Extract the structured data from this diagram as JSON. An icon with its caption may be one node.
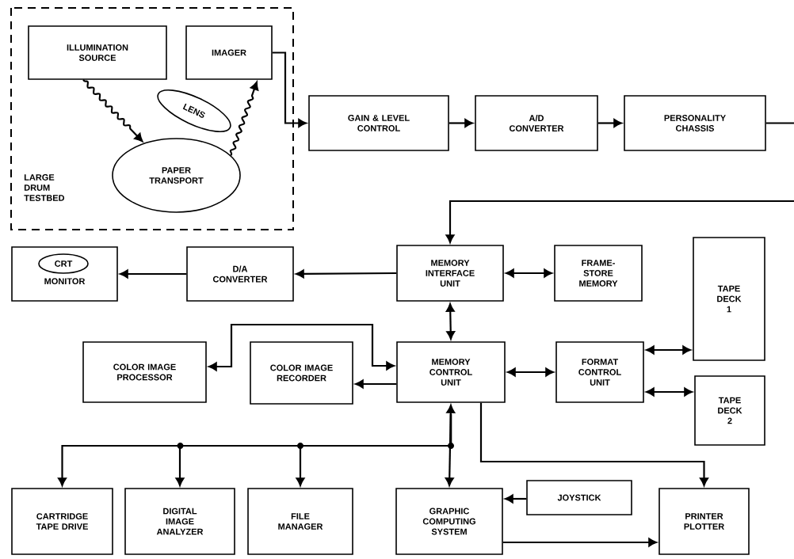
{
  "diagram": {
    "nodes": [
      {
        "text": [
          "LARGE DRUM TESTBED"
        ]
      },
      {
        "text": [
          "ILLUMINATION SOURCE"
        ],
        "in": 0
      },
      {
        "text": [
          "IMAGER"
        ],
        "in": 0
      },
      {
        "text": [
          "LENS"
        ],
        "in": 0
      },
      {
        "text": [
          "PAPER TRANSPORT"
        ],
        "in": 0
      },
      {
        "text": [
          "GAIN & LEVEL CONTROL"
        ]
      },
      {
        "text": [
          "A/D CONVERTER"
        ]
      },
      {
        "text": [
          "PERSONALITY CHASSIS"
        ]
      },
      {
        "text": [
          "MONITOR"
        ]
      },
      {
        "text": [
          "CRT"
        ],
        "in": 8
      },
      {
        "text": [
          "D/A CONVERTER"
        ]
      },
      {
        "text": [
          "MEMORY INTERFACE UNIT"
        ]
      },
      {
        "text": [
          "FRAME-STORE MEMORY"
        ]
      },
      {
        "text": [
          "TAPE DECK 1"
        ]
      },
      {
        "text": [
          "COLOR IMAGE PROCESSOR"
        ]
      },
      {
        "text": [
          "COLOR IMAGE RECORDER"
        ]
      },
      {
        "text": [
          "MEMORY CONTROL UNIT"
        ]
      },
      {
        "text": [
          "FORMAT CONTROL UNIT"
        ]
      },
      {
        "text": [
          "TAPE DECK 2"
        ]
      },
      {
        "text": [
          "CARTRIDGE TAPE DRIVE"
        ]
      },
      {
        "text": [
          "DIGITAL IMAGE ANALYZER"
        ]
      },
      {
        "text": [
          "FILE MANAGER"
        ]
      },
      {
        "text": [
          "GRAPHIC COMPUTING SYSTEM"
        ]
      },
      {
        "text": [
          "JOYSTICK"
        ]
      },
      {
        "text": [
          "PRINTER PLOTTER"
        ]
      }
    ],
    "edges": [
      {
        "from": 1,
        "to": 4,
        "arrow": "to"
      },
      {
        "from": 4,
        "to": 2,
        "arrow": "to"
      },
      {
        "from": 2,
        "to": 5,
        "arrow": "to"
      },
      {
        "from": 5,
        "to": 6,
        "arrow": "to"
      },
      {
        "from": 6,
        "to": 7,
        "arrow": "to"
      },
      {
        "from": 7,
        "to": 11,
        "arrow": "to"
      },
      {
        "from": 11,
        "to": 10,
        "arrow": "to"
      },
      {
        "from": 10,
        "to": 8,
        "arrow": "to"
      },
      {
        "from": 11,
        "to": 12,
        "arrow": "both"
      },
      {
        "from": 11,
        "to": 16,
        "arrow": "both"
      },
      {
        "from": 16,
        "to": 14,
        "arrow": "both"
      },
      {
        "from": 16,
        "to": 15,
        "arrow": "to"
      },
      {
        "from": 16,
        "to": 17,
        "arrow": "both"
      },
      {
        "from": 17,
        "to": 13,
        "arrow": "both"
      },
      {
        "from": 17,
        "to": 18,
        "arrow": "both"
      },
      {
        "from": 16,
        "to": 22,
        "arrow": "both"
      },
      {
        "from": 16,
        "to": 19,
        "arrow": "to"
      },
      {
        "from": 16,
        "to": 20,
        "arrow": "to"
      },
      {
        "from": 16,
        "to": 21,
        "arrow": "to"
      },
      {
        "from": 16,
        "to": 24,
        "arrow": "to"
      },
      {
        "from": 23,
        "to": 22,
        "arrow": "to"
      },
      {
        "from": 22,
        "to": 24,
        "arrow": "to"
      }
    ]
  }
}
